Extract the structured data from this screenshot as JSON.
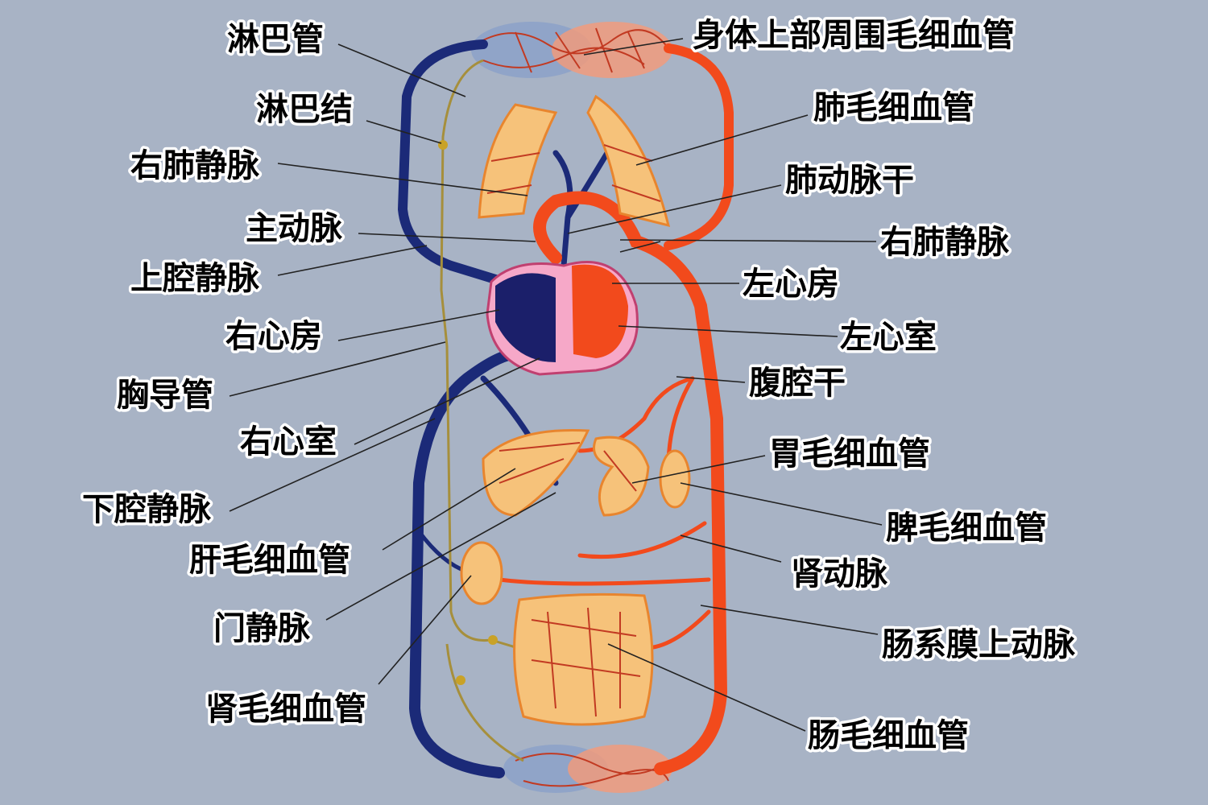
{
  "labels_left": [
    "淋巴管",
    "淋巴结",
    "右肺静脉",
    "主动脉",
    "上腔静脉",
    "右心房",
    "胸导管",
    "右心室",
    "下腔静脉",
    "肝毛细血管",
    "门静脉",
    "肾毛细血管"
  ],
  "labels_right": [
    "身体上部周围毛细血管",
    "肺毛细血管",
    "肺动脉干",
    "右肺静脉",
    "左心房",
    "左心室",
    "腹腔干",
    "胃毛细血管",
    "脾毛细血管",
    "肾动脉",
    "肠系膜上动脉",
    "肠毛细血管"
  ],
  "colors": {
    "background": "#a8b3c5",
    "vein": "#1b2a78",
    "artery": "#f24a1c",
    "lymph": "#a68f3c",
    "organ": "#f6c27a"
  }
}
